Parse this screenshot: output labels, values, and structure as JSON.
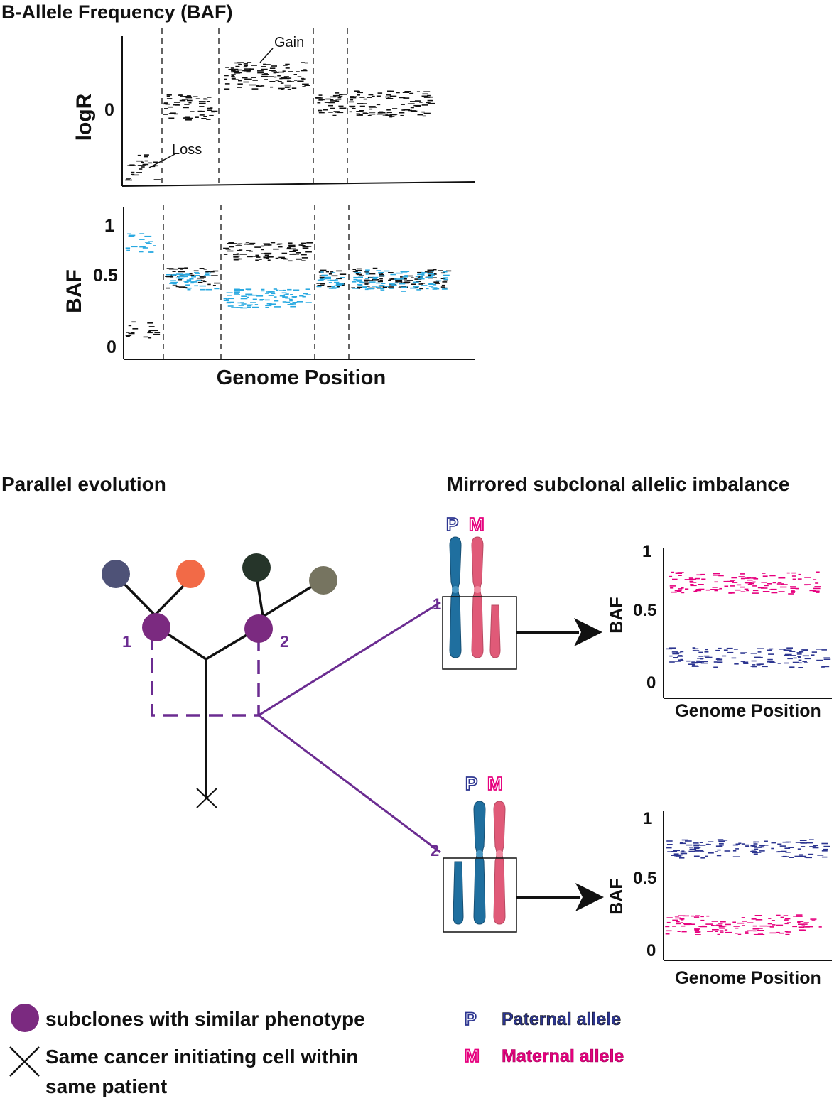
{
  "title": "B-Allele Frequency (BAF)",
  "top_panel": {
    "logr_label": "logR",
    "logr_zero": "0",
    "gain_label": "Gain",
    "loss_label": "Loss",
    "baf_label": "BAF",
    "baf_ticks": [
      "1",
      "0.5",
      "0"
    ],
    "xlabel": "Genome Position"
  },
  "left_section": {
    "title": "Parallel evolution",
    "node1": "1",
    "node2": "2"
  },
  "right_section": {
    "title": "Mirrored subclonal allelic imbalance"
  },
  "karyotypes": {
    "p_letter": "P",
    "m_letter": "M",
    "label1": "1",
    "label2": "2"
  },
  "baf_mini_1": {
    "ylabel": "BAF",
    "ticks": [
      "1",
      "0.5",
      "0"
    ],
    "xlabel": "Genome Position"
  },
  "baf_mini_2": {
    "ylabel": "BAF",
    "ticks": [
      "1",
      "0.5",
      "0"
    ],
    "xlabel": "Genome Position"
  },
  "legend": {
    "subclone_text": "subclones with similar phenotype",
    "cross_text_line1": "Same cancer initiating cell within",
    "cross_text_line2": "same patient",
    "p_letter": "P",
    "paternal_text": "Paternal allele",
    "m_letter": "M",
    "maternal_text": "Maternal allele"
  },
  "colors": {
    "black": "#111111",
    "cyan": "#29a9e1",
    "purple": "#6b2c91",
    "node_purple": "#7b2a80",
    "paternal_blue": "#2c3590",
    "maternal_pink": "#e6007e",
    "chrom_blue": "#1f6f9f",
    "chrom_pink": "#e05a78",
    "leaf_slate": "#4e5277",
    "leaf_orange": "#f26a47",
    "leaf_darkgreen": "#26352a",
    "leaf_olive": "#767460"
  }
}
